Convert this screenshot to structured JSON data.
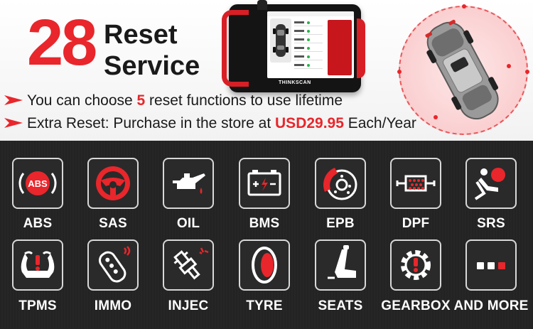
{
  "hero": {
    "number": "28",
    "word1": "Reset",
    "word2": "Service"
  },
  "device": {
    "brand": "THINKSCAN"
  },
  "lines": {
    "line1_pre": "You can choose ",
    "line1_hl": "5",
    "line1_post": " reset functions to use lifetime",
    "line2_pre": "Extra Reset: Purchase in the store at ",
    "line2_hl": "USD29.95",
    "line2_post": " Each/Year"
  },
  "functions": [
    {
      "label": "ABS",
      "icon": "abs-icon"
    },
    {
      "label": "SAS",
      "icon": "steering-wheel-icon"
    },
    {
      "label": "OIL",
      "icon": "oil-can-icon"
    },
    {
      "label": "BMS",
      "icon": "battery-icon"
    },
    {
      "label": "EPB",
      "icon": "brake-disc-icon"
    },
    {
      "label": "DPF",
      "icon": "particulate-filter-icon"
    },
    {
      "label": "SRS",
      "icon": "airbag-icon"
    },
    {
      "label": "TPMS",
      "icon": "tire-pressure-icon"
    },
    {
      "label": "IMMO",
      "icon": "car-key-icon"
    },
    {
      "label": "INJEC",
      "icon": "injector-icon"
    },
    {
      "label": "TYRE",
      "icon": "tyre-icon"
    },
    {
      "label": "SEATS",
      "icon": "seat-icon"
    },
    {
      "label": "GEARBOX",
      "icon": "gear-icon"
    },
    {
      "label": "AND MORE",
      "icon": "more-dots-icon"
    }
  ],
  "colors": {
    "accent": "#e8262b",
    "dark_bg": "#232323",
    "tile_border": "#d8d8d8"
  }
}
